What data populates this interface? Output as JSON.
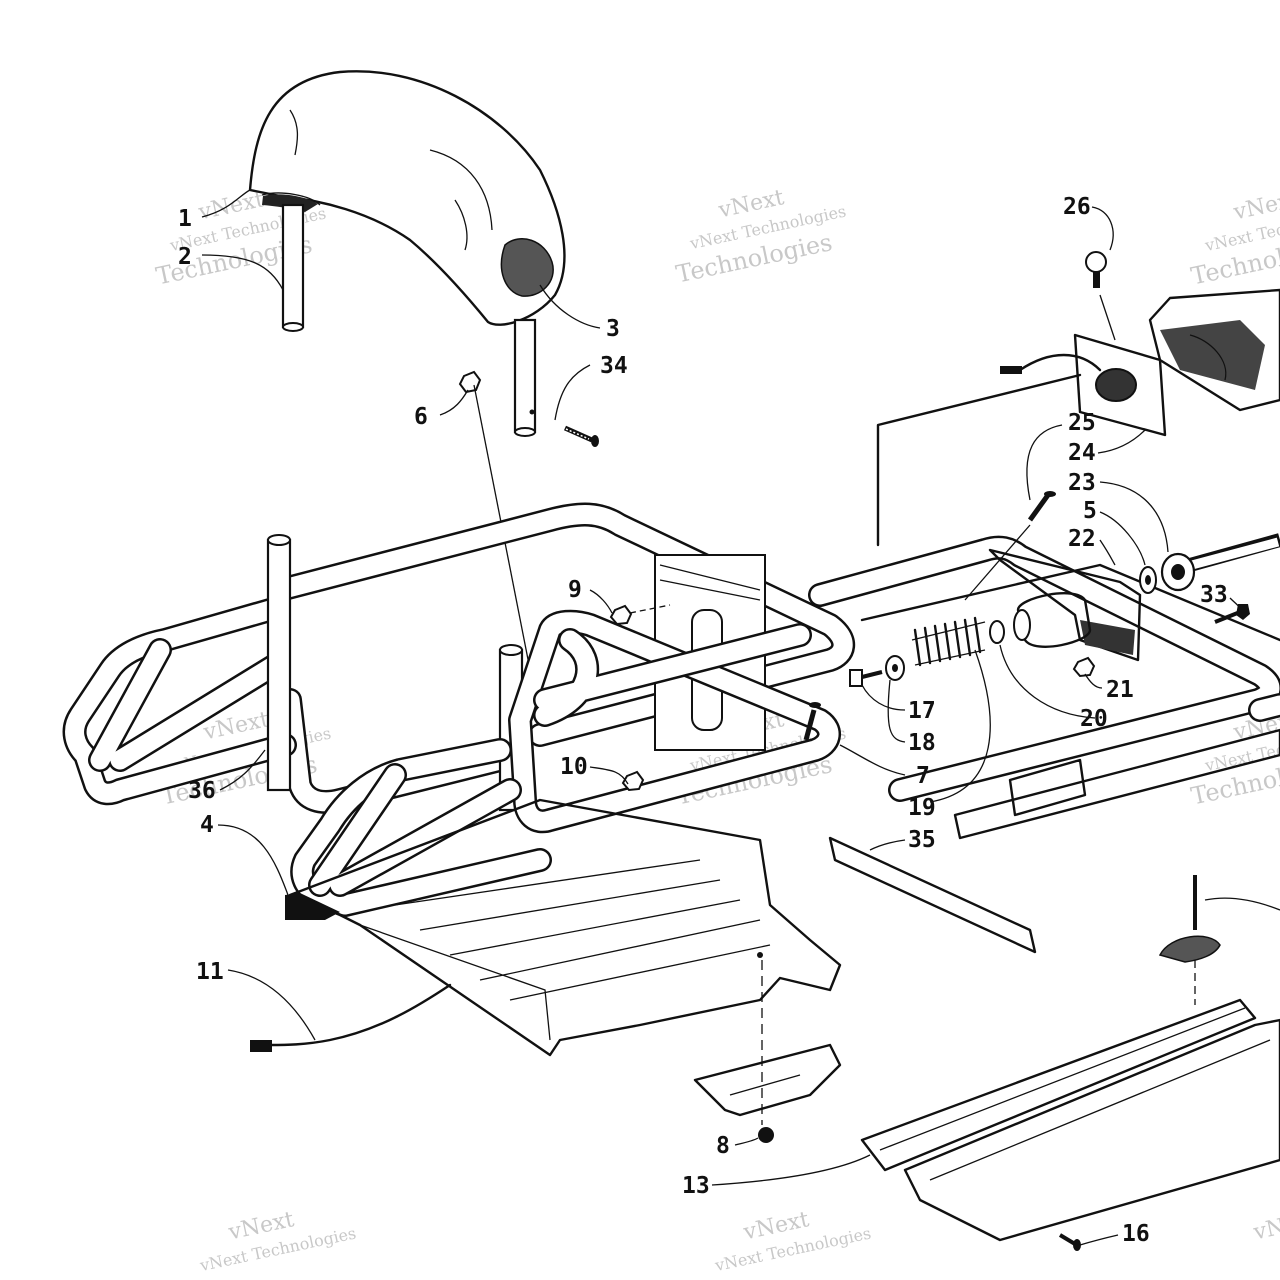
{
  "watermark": {
    "line1": "vNext",
    "line2": "vNext Technologies",
    "line3": "Technologies"
  },
  "callouts": [
    "1",
    "2",
    "3",
    "34",
    "6",
    "26",
    "25",
    "24",
    "23",
    "5",
    "22",
    "33",
    "9",
    "17",
    "21",
    "18",
    "20",
    "10",
    "36",
    "7",
    "19",
    "4",
    "35",
    "11",
    "8",
    "13",
    "16"
  ]
}
